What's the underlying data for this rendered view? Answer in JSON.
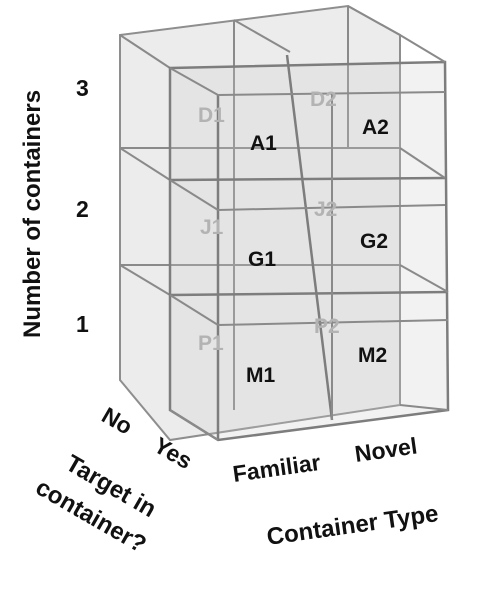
{
  "axes": {
    "vertical_title": "Number of containers",
    "vertical_ticks": [
      "3",
      "2",
      "1"
    ],
    "depth_title_line1": "Target in",
    "depth_title_line2": "container?",
    "depth_ticks": [
      "No",
      "Yes"
    ],
    "horizontal_title": "Container Type",
    "horizontal_ticks": [
      "Familiar",
      "Novel"
    ]
  },
  "cells": {
    "back_row": [
      "D1",
      "D2",
      "J1",
      "J2",
      "P1",
      "P2"
    ],
    "front_row": [
      "A1",
      "A2",
      "G1",
      "G2",
      "M1",
      "M2"
    ]
  },
  "colors": {
    "text": "#111111",
    "back_cell_text": "#b3b3b3",
    "grid_stroke": "#8a8a8a"
  }
}
